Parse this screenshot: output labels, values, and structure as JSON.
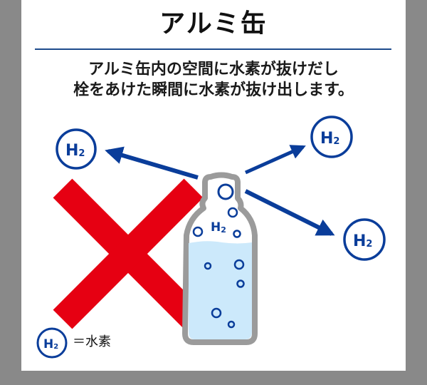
{
  "header": {
    "title": "アルミ缶"
  },
  "description": {
    "line1": "アルミ缶内の空間に水素が抜けだし",
    "line2": "栓をあけた瞬間に水素が抜け出します。"
  },
  "illustration": {
    "bottle_label": "H2",
    "molecule_labels": [
      "H2",
      "H2",
      "H2"
    ],
    "cross_mark": "×",
    "colors": {
      "accent_blue": "#0a3d9a",
      "cross_red": "#e60012",
      "bottle_gray": "#9b9b9b",
      "water": "#cce9fb",
      "divider": "#1f4c8c",
      "background": "#898989"
    }
  },
  "legend": {
    "symbol": "H2",
    "text": "＝水素"
  }
}
